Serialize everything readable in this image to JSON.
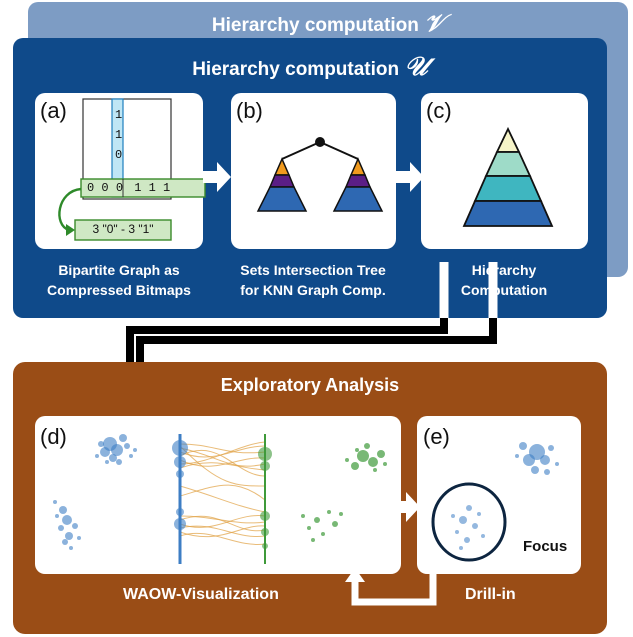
{
  "panel_v": {
    "title": "Hierarchy computation",
    "symbol": "𝒱"
  },
  "panel_u": {
    "title": "Hierarchy computation",
    "symbol": "𝒰"
  },
  "card_a": {
    "label": "(a)",
    "bit_column": [
      "1",
      "1",
      "0"
    ],
    "bit_row": [
      "0",
      "0",
      "0",
      "1",
      "1",
      "1"
    ],
    "compressed": "3 \"0\" - 3 \"1\"",
    "caption_line1": "Bipartite Graph as",
    "caption_line2": "Compressed Bitmaps"
  },
  "card_b": {
    "label": "(b)",
    "caption_line1": "Sets Intersection Tree",
    "caption_line2": "for KNN Graph Comp."
  },
  "card_c": {
    "label": "(c)",
    "caption_line1": "Hierarchy",
    "caption_line2": "Computation"
  },
  "panel_e": {
    "title": "Exploratory Analysis"
  },
  "card_d": {
    "label": "(d)",
    "caption": "WAOW-Visualization"
  },
  "card_e": {
    "label": "(e)",
    "focus": "Focus",
    "caption": "Drill-in"
  },
  "colors": {
    "outer_light_blue": "#7d9cc4",
    "inner_blue": "#0f4a8a",
    "exploratory_brown": "#9a4d16",
    "green_bitmap": "#cfe8c4",
    "green_border": "#3a8a2a",
    "cyan_column": "#bfe6f5",
    "pyramid_yellow": "#f6f4c8",
    "pyramid_teal_light": "#9edbc8",
    "pyramid_teal": "#3fb6c0",
    "pyramid_blue": "#2e68b2",
    "tree_orange": "#f09a1e",
    "tree_purple": "#5b1e86",
    "scatter_blue": "#3d7ec4",
    "scatter_green": "#3f9a3a",
    "edge_orange": "#e0a040"
  }
}
